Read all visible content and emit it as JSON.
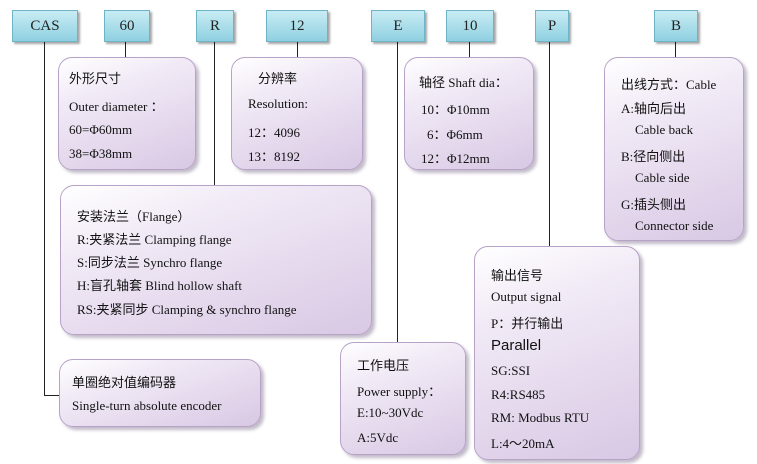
{
  "tags": [
    "CAS",
    "60",
    "R",
    "12",
    "E",
    "10",
    "P",
    "B"
  ],
  "boxes": {
    "outer_diameter": [
      "外形尺寸",
      "Outer diameter ：",
      "60=Φ60mm",
      "38=Φ38mm"
    ],
    "resolution": [
      "分辨率",
      "Resolution:",
      "12：4096",
      "13：8192"
    ],
    "shaft": [
      "轴径 Shaft dia：",
      "10：Φ10mm",
      "6：Φ6mm",
      "12：Φ12mm"
    ],
    "cable": [
      "出线方式：Cable",
      "A:轴向后出",
      "Cable back",
      "B:径向侧出",
      "Cable side",
      "G:插头侧出",
      "Connector side"
    ],
    "flange": [
      "安装法兰（Flange）",
      "R:夹紧法兰 Clamping flange",
      "S:同步法兰 Synchro flange",
      "H:盲孔轴套 Blind hollow shaft",
      "RS:夹紧同步 Clamping & synchro flange"
    ],
    "output": [
      "输出信号",
      "Output signal",
      "P：并行输出",
      "Parallel",
      "SG:SSI",
      "R4:RS485",
      "RM: Modbus RTU",
      "L:4～20mA"
    ],
    "power": [
      "工作电压",
      "Power supply：",
      "E:10~30Vdc",
      "A:5Vdc"
    ],
    "encoder": [
      "单圈绝对值编码器",
      "Single-turn absolute encoder"
    ]
  }
}
